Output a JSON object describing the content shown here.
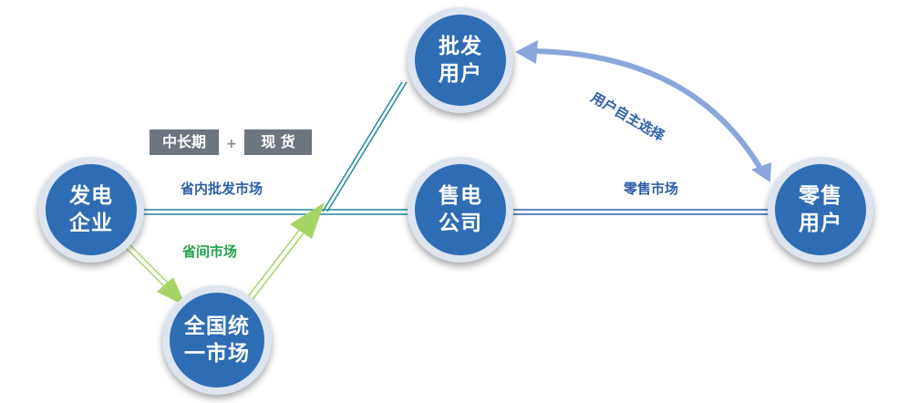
{
  "nodes": {
    "generator": "发电\n企业",
    "wholesale_user": "批发\n用户",
    "retail_company": "售电\n公司",
    "retail_user": "零售\n用户",
    "national_market": "全国统\n一市场"
  },
  "tags": {
    "long_term": "中长期",
    "plus": "+",
    "spot": "现 货"
  },
  "edge_labels": {
    "provincial_wholesale": "省内批发市场",
    "inter_provincial": "省间市场",
    "retail_market": "零售市场",
    "self_selection": "用户自主选择"
  },
  "colors": {
    "node_fill": "#2e6db4",
    "node_ring": "#dce4ef",
    "blue_line": "#2e5fa8",
    "teal_line": "#1f8a9a",
    "green_line": "#a6d567",
    "green_text": "#22a34a",
    "arrow_blue": "#8aa6dc"
  }
}
